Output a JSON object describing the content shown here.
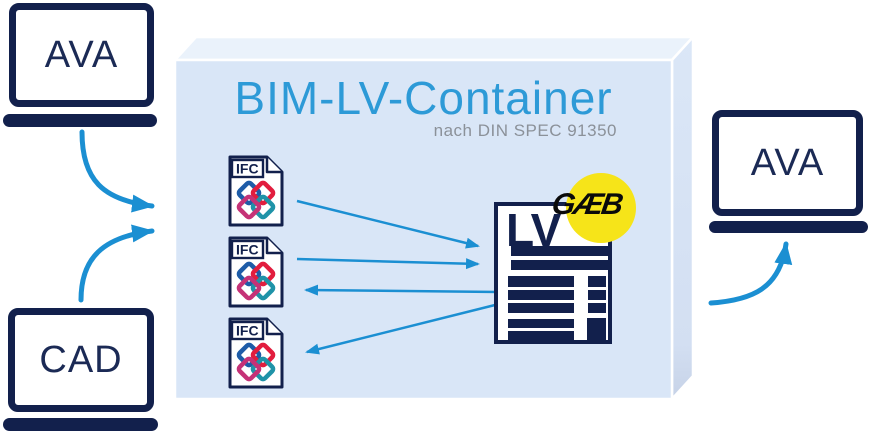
{
  "diagram": {
    "title": "BIM-LV-Container",
    "subtitle": "nach DIN SPEC 91350"
  },
  "devices": {
    "ava_left": {
      "label": "AVA"
    },
    "cad": {
      "label": "CAD"
    },
    "ava_right": {
      "label": "AVA"
    }
  },
  "ifc_files": [
    {
      "label": "IFC"
    },
    {
      "label": "IFC"
    },
    {
      "label": "IFC"
    }
  ],
  "lv_document": {
    "label": "LV"
  },
  "gaeb_badge": {
    "label": "GÆB"
  },
  "flows": [
    {
      "from": "AVA",
      "to": "BIM-LV-Container"
    },
    {
      "from": "CAD",
      "to": "BIM-LV-Container"
    },
    {
      "from": "IFC-1",
      "to": "LV"
    },
    {
      "from": "IFC-2",
      "to": "LV"
    },
    {
      "from": "LV",
      "to": "IFC-2"
    },
    {
      "from": "LV",
      "to": "IFC-3"
    },
    {
      "from": "BIM-LV-Container",
      "to": "AVA"
    }
  ],
  "colors": {
    "navy": "#12204c",
    "arrow_blue": "#1b8fd2",
    "title_blue": "#2d9ad7",
    "subtitle_gray": "#8b9199",
    "box_front": "#d9e6f7",
    "box_top": "#eaf2fb",
    "box_side": "#d7e3f4",
    "gaeb_yellow": "#f6e419",
    "ifc_logo_blue": "#1e5ca8",
    "ifc_logo_red": "#e21d3e",
    "ifc_logo_magenta": "#c53277",
    "ifc_logo_teal": "#1f93a8"
  }
}
